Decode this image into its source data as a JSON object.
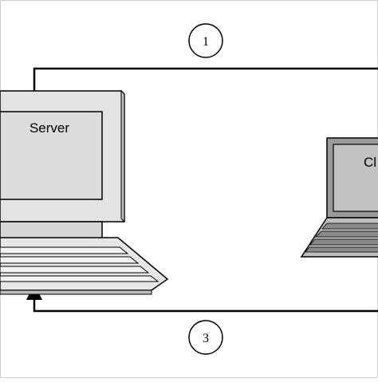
{
  "diagram": {
    "steps": [
      {
        "label": "1"
      },
      {
        "label": "3"
      }
    ],
    "nodes": {
      "server": {
        "label": "Server"
      },
      "client": {
        "label": "Cl"
      }
    }
  }
}
